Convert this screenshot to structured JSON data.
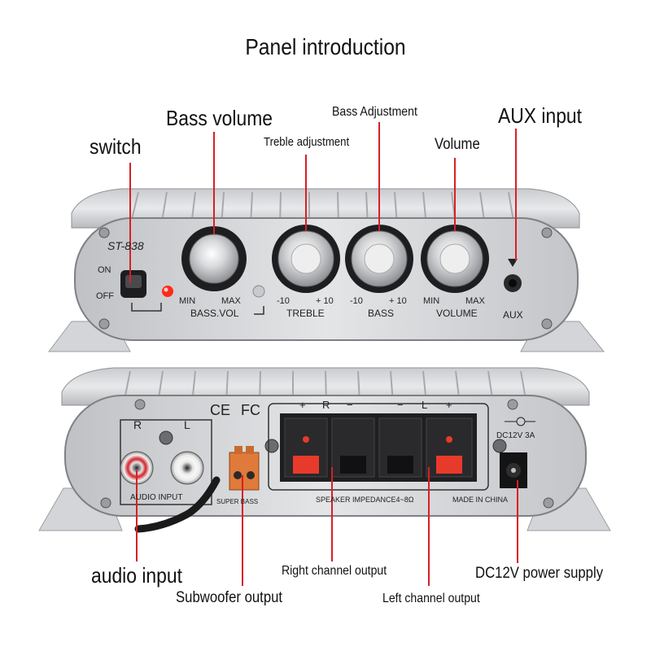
{
  "title": "Panel introduction",
  "callouts": {
    "switch": "switch",
    "bass_volume": "Bass volume",
    "treble_adjustment": "Treble adjustment",
    "bass_adjustment": "Bass Adjustment",
    "volume": "Volume",
    "aux_input": "AUX input",
    "audio_input": "audio input",
    "subwoofer_output": "Subwoofer output",
    "right_channel_output": "Right channel output",
    "left_channel_output": "Left channel output",
    "power_supply": "DC12V power supply"
  },
  "front_panel": {
    "model": "ST-838",
    "on": "ON",
    "off": "OFF",
    "bass_vol": {
      "min": "MIN",
      "max": "MAX",
      "name": "BASS.VOL"
    },
    "treble": {
      "min": "-10",
      "max": "+ 10",
      "name": "TREBLE"
    },
    "bass": {
      "min": "-10",
      "max": "+ 10",
      "name": "BASS"
    },
    "volume": {
      "min": "MIN",
      "max": "MAX",
      "name": "VOLUME"
    },
    "aux": "AUX"
  },
  "rear_panel": {
    "ce": "CE",
    "fc": "FC",
    "r": "R",
    "l": "L",
    "plus1": "+",
    "r2": "R",
    "minus1": "−",
    "minus2": "−",
    "l2": "L",
    "plus2": "+",
    "audio_input": "AUDIO INPUT",
    "super_bass": "SUPER BASS",
    "speaker_impedance": "SPEAKER IMPEDANCE4~8Ω",
    "made_in": "MADE IN CHINA",
    "dc": "DC12V 3A"
  },
  "colors": {
    "leader": "#d81f26",
    "led": "#ff2a1a",
    "panel": "#d9dbdd",
    "terminal_red": "#e83a2a",
    "terminal_orange": "#e07a3a"
  }
}
